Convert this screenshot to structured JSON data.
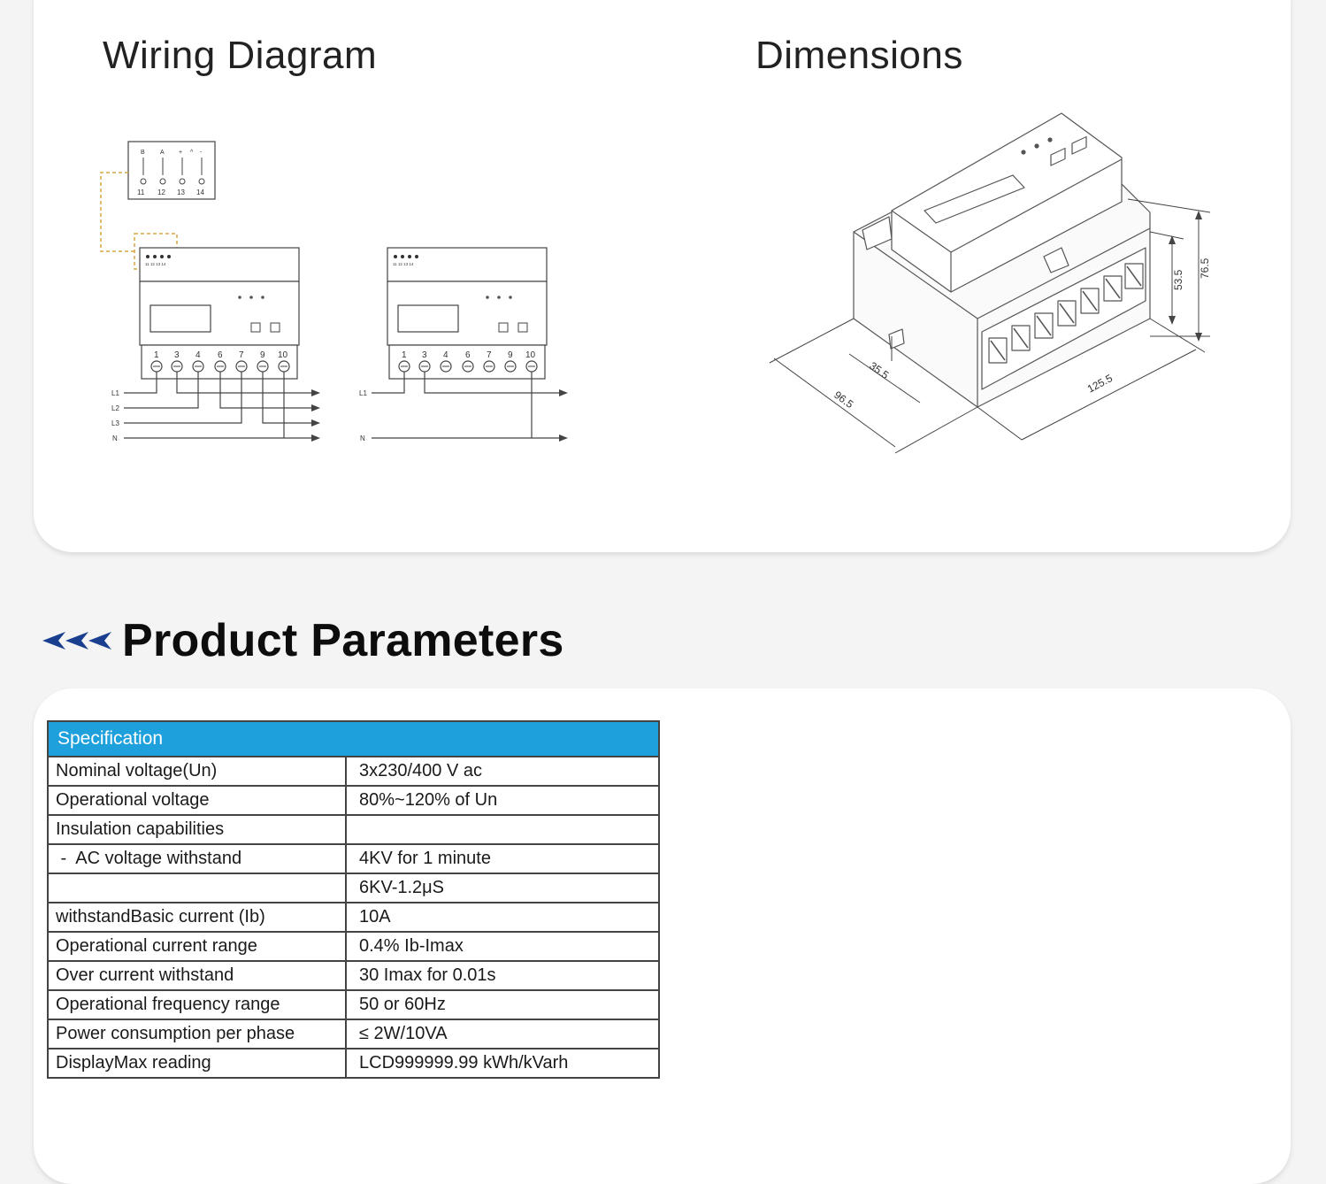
{
  "sections": {
    "wiring_title": "Wiring Diagram",
    "dimensions_title": "Dimensions",
    "params_title": "Product Parameters"
  },
  "wiring": {
    "aux_terminal_labels": [
      "B",
      "A",
      "+",
      "^",
      "-"
    ],
    "aux_terminal_numbers": [
      "11",
      "12",
      "13",
      "14"
    ],
    "meter_terminal_numbers": [
      "1",
      "3",
      "4",
      "6",
      "7",
      "9",
      "10"
    ],
    "three_phase_lines": [
      "L1",
      "L2",
      "L3",
      "N"
    ],
    "single_phase_lines": [
      "L1",
      "N"
    ],
    "mini_terminal_text": "11 12 13 14"
  },
  "dimensions": {
    "height_total": "76.5",
    "height_body": "53.5",
    "width": "125.5",
    "depth": "96.5",
    "top_depth": "35.5"
  },
  "spec": {
    "header": "Specification",
    "rows": [
      {
        "label": "Nominal voltage(Un)",
        "value": "3x230/400 V ac"
      },
      {
        "label": "Operational voltage",
        "value": "80%~120% of Un"
      },
      {
        "label": "Insulation capabilities",
        "value": ""
      },
      {
        "label": " -  AC voltage withstand",
        "value": "4KV for 1 minute"
      },
      {
        "label": "",
        "value": "6KV-1.2μS"
      },
      {
        "label": "withstandBasic current (Ib)",
        "value": "10A"
      },
      {
        "label": "Operational current range",
        "value": "0.4% Ib-Imax"
      },
      {
        "label": "Over current withstand",
        "value": "30 Imax for 0.01s"
      },
      {
        "label": "Operational frequency range",
        "value": "50 or 60Hz"
      },
      {
        "label": "Power consumption per phase",
        "value": "≤ 2W/10VA"
      },
      {
        "label": "DisplayMax reading",
        "value": "LCD999999.99 kWh/kVarh"
      }
    ]
  },
  "colors": {
    "spec_header_bg": "#1ea0dc",
    "arrow_color": "#1b3f8f",
    "background": "#f4f4f5"
  },
  "icons": [
    "triple-chevron-left-icon"
  ]
}
